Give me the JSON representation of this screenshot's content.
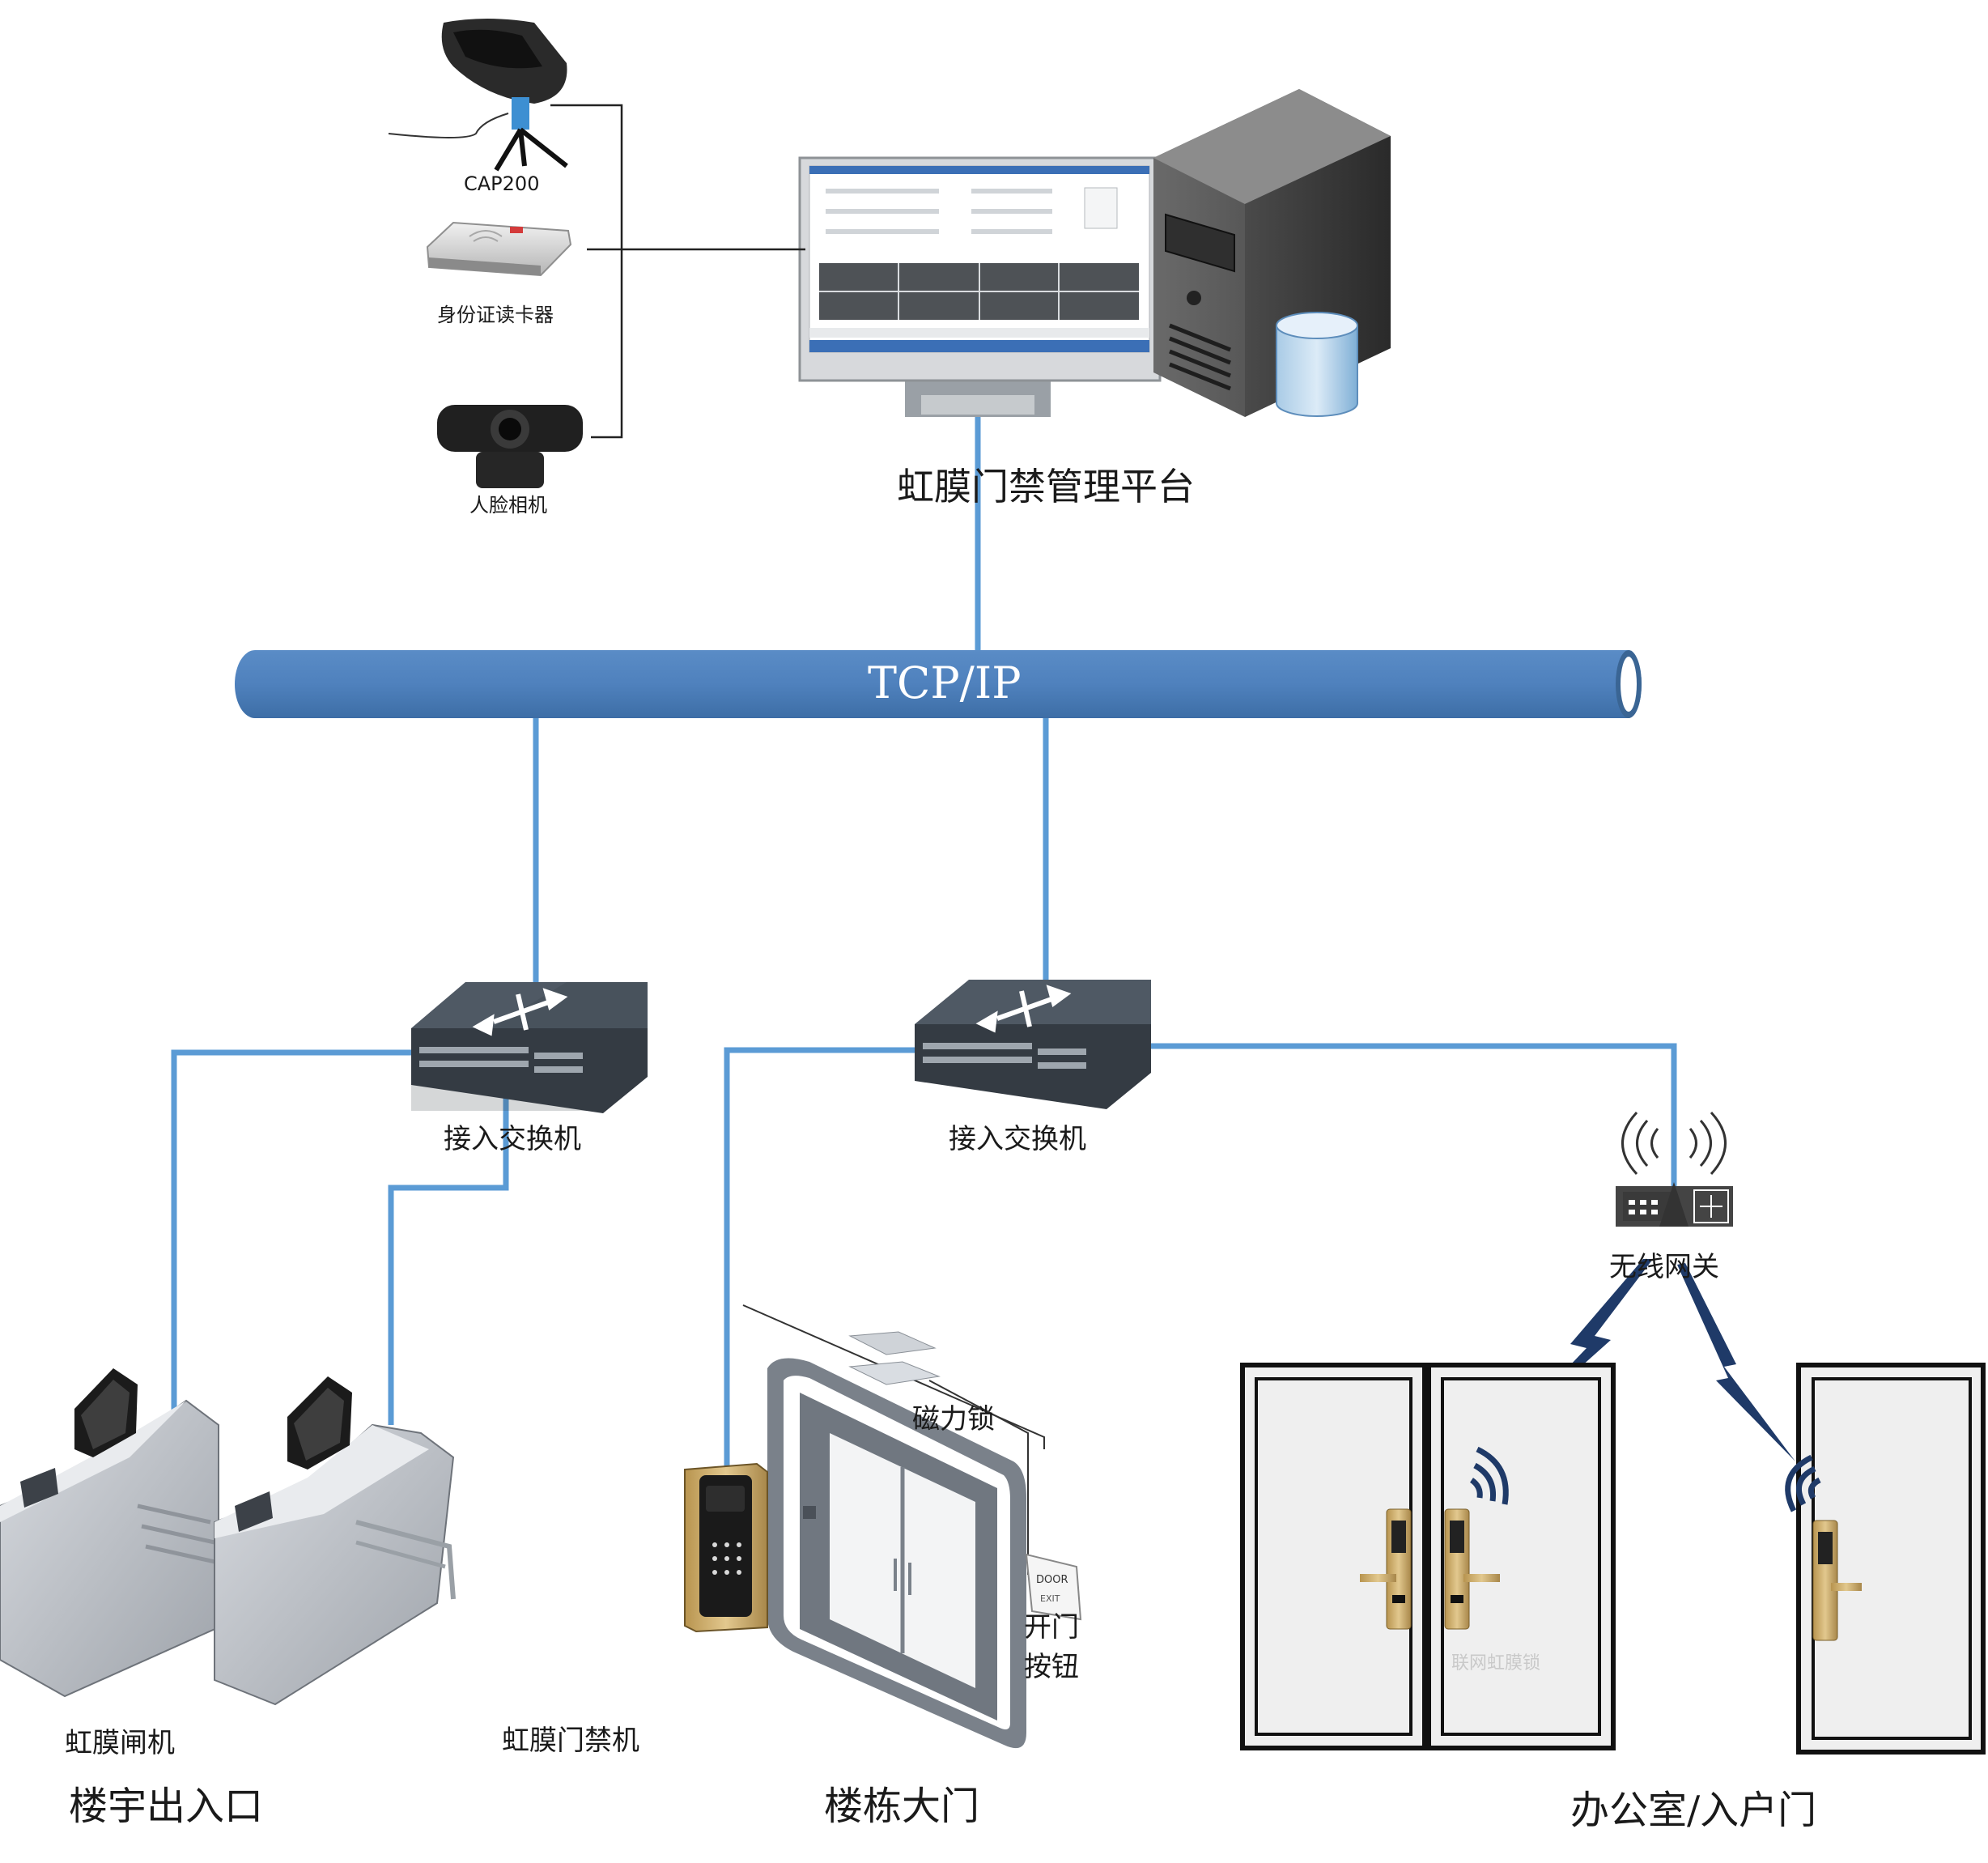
{
  "platform": {
    "title": "虹膜门禁管理平台",
    "network_label": "TCP/IP"
  },
  "peripherals": {
    "iris_cam_label": "CAP200",
    "id_reader_label": "身份证读卡器",
    "face_cam_label": "人脸相机"
  },
  "switches": {
    "left_label": "接入交换机",
    "right_label": "接入交换机"
  },
  "gateway": {
    "label": "无线网关"
  },
  "entrance": {
    "gate_label": "虹膜闸机",
    "controller_label": "虹膜门禁机",
    "zone_label": "楼宇出入口"
  },
  "building_door": {
    "maglock_label": "磁力锁",
    "exit_button_line1": "开门",
    "exit_button_line2": "按钮",
    "zone_label": "楼栋大门",
    "door_plate_1": "DOOR",
    "door_plate_2": "EXIT"
  },
  "office": {
    "lock_label": "联网虹膜锁",
    "zone_label": "办公室/入户门"
  },
  "colors": {
    "link_blue": "#5b9bd5",
    "pipe_blue": "#4f81bd",
    "pipe_dark": "#3a6594",
    "bolt_navy": "#1f3a68",
    "switch_grey": "#505a66",
    "gold": "#c9a865"
  }
}
